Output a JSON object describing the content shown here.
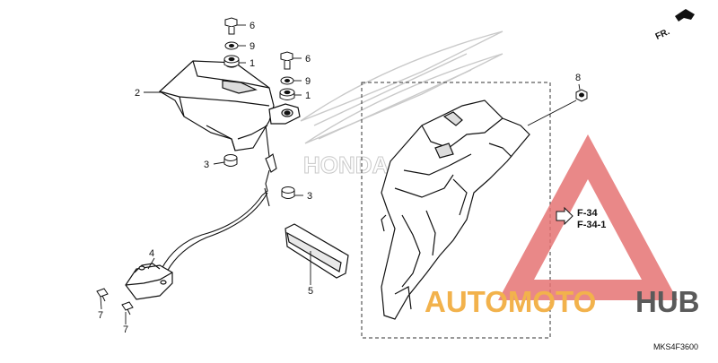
{
  "callouts": {
    "c6a": "6",
    "c9a": "9",
    "c1a": "1",
    "c2": "2",
    "c6b": "6",
    "c9b": "9",
    "c1b": "1",
    "c3a": "3",
    "c3b": "3",
    "c4": "4",
    "c5": "5",
    "c7a": "7",
    "c7b": "7",
    "c8": "8"
  },
  "direction_label": "FR.",
  "reference": {
    "line1": "F-34",
    "line2": "F-34-1"
  },
  "diagram_code": "MKS4F3600",
  "background_mark": "HONDA",
  "watermark": {
    "part1": "AUTOMOTO",
    "part2": "HUB"
  },
  "colors": {
    "watermark_red": "#e57373",
    "watermark_orange": "#f2b24c",
    "watermark_gray": "#5a5a5a",
    "line": "#111111"
  }
}
